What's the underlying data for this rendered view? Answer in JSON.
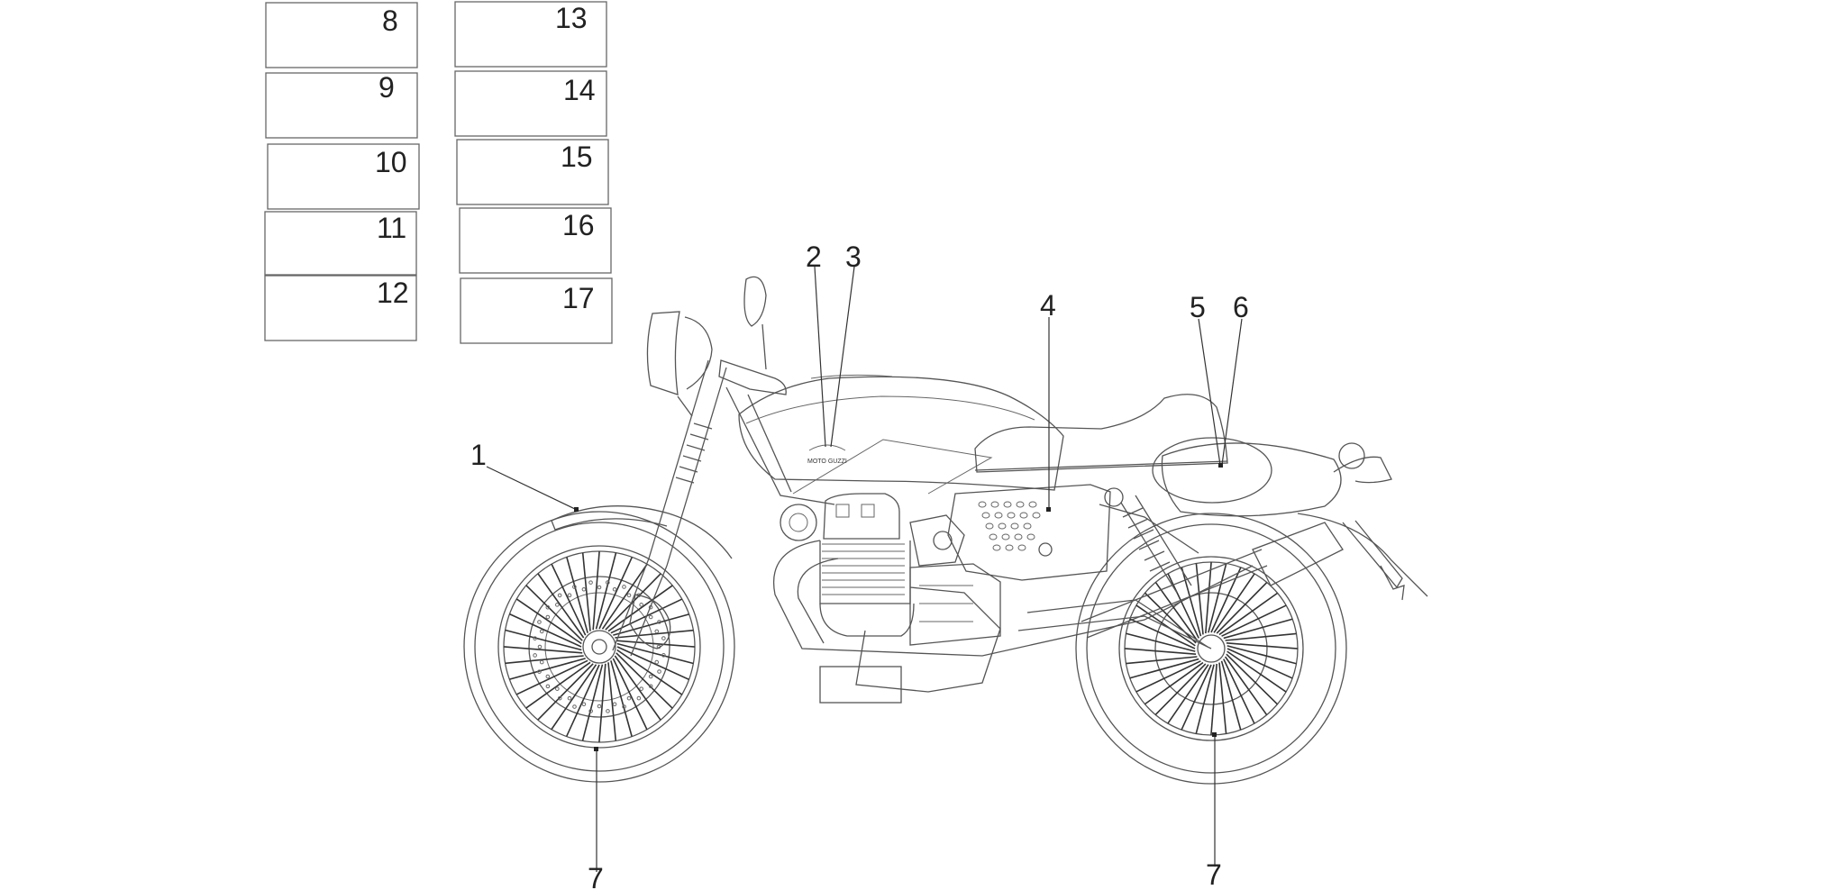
{
  "callouts": {
    "c1": "1",
    "c2": "2",
    "c3": "3",
    "c4": "4",
    "c5": "5",
    "c6": "6",
    "c7_front": "7",
    "c7_rear": "7"
  },
  "label_boxes": {
    "left_column": [
      "8",
      "9",
      "10",
      "11",
      "12"
    ],
    "right_column": [
      "13",
      "14",
      "15",
      "16",
      "17"
    ]
  },
  "tank_logo": "MOTO GUZZI",
  "colors": {
    "line": "#555555",
    "text": "#222222",
    "background": "#ffffff"
  }
}
